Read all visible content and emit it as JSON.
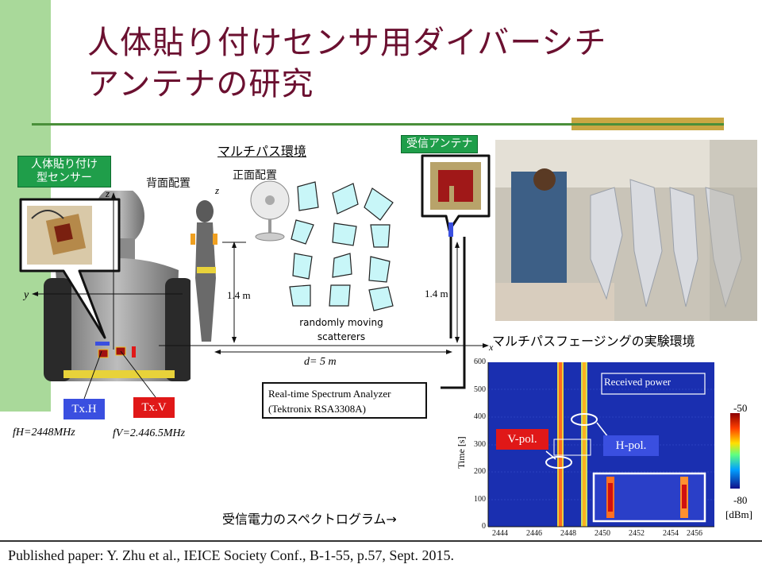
{
  "slide": {
    "title_line1": "人体貼り付けセンサ用ダイバーシチ",
    "title_line2": "アンテナの研究",
    "footer": "Published paper: Y. Zhu et al., IEICE Society Conf., B-1-55, p.57, Sept. 2015."
  },
  "diagram": {
    "sensor_label_1": "人体貼り付け",
    "sensor_label_2": "型センサー",
    "multipath_env": "マルチパス環境",
    "rx_antenna": "受信アンテナ",
    "back_placement": "背面配置",
    "front_placement": "正面配置",
    "axis_z": "z",
    "axis_x": "x",
    "axis_y": "y",
    "axis_z2": "z",
    "height_left": "1.4 m",
    "height_right": "1.4 m",
    "scatterers_1": "randomly moving",
    "scatterers_2": "scatterers",
    "distance": "d= 5 m",
    "txh": "Tx.H",
    "txv": "Tx.V",
    "fh_label": "fH=2448MHz",
    "fv_label": "fV=2.446.5MHz",
    "analyzer_1": "Real-time Spectrum Analyzer",
    "analyzer_2": "(Tektronix RSA3308A)",
    "photo_caption": "マルチパスフェージングの実験環境",
    "spectrogram_caption": "受信電力のスペクトログラム→"
  },
  "spectrogram": {
    "received_power": "Received power",
    "vpol": "V-pol.",
    "hpol": "H-pol.",
    "ylabel": "Time [s]",
    "yticks": [
      "600",
      "500",
      "400",
      "300",
      "200",
      "100",
      "0"
    ],
    "xticks": [
      "2444",
      "2446",
      "2448",
      "2450",
      "2452",
      "2454",
      "2456"
    ],
    "cbar_top": "-50",
    "cbar_bottom": "-80",
    "cbar_unit": "[dBm]"
  },
  "colors": {
    "title": "#6b1030",
    "accent_green": "#1f9e4a",
    "tx_h": "#3a4fe0",
    "tx_v": "#e01818",
    "spectrogram_bg": "#1a2fb0"
  }
}
